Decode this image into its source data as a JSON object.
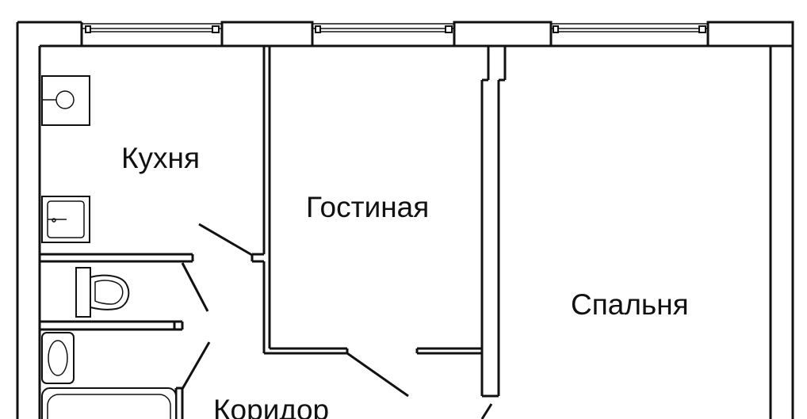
{
  "rooms": {
    "kitchen": "Кухня",
    "living_room": "Гостиная",
    "bedroom": "Спальня",
    "corridor": "Коридор"
  }
}
